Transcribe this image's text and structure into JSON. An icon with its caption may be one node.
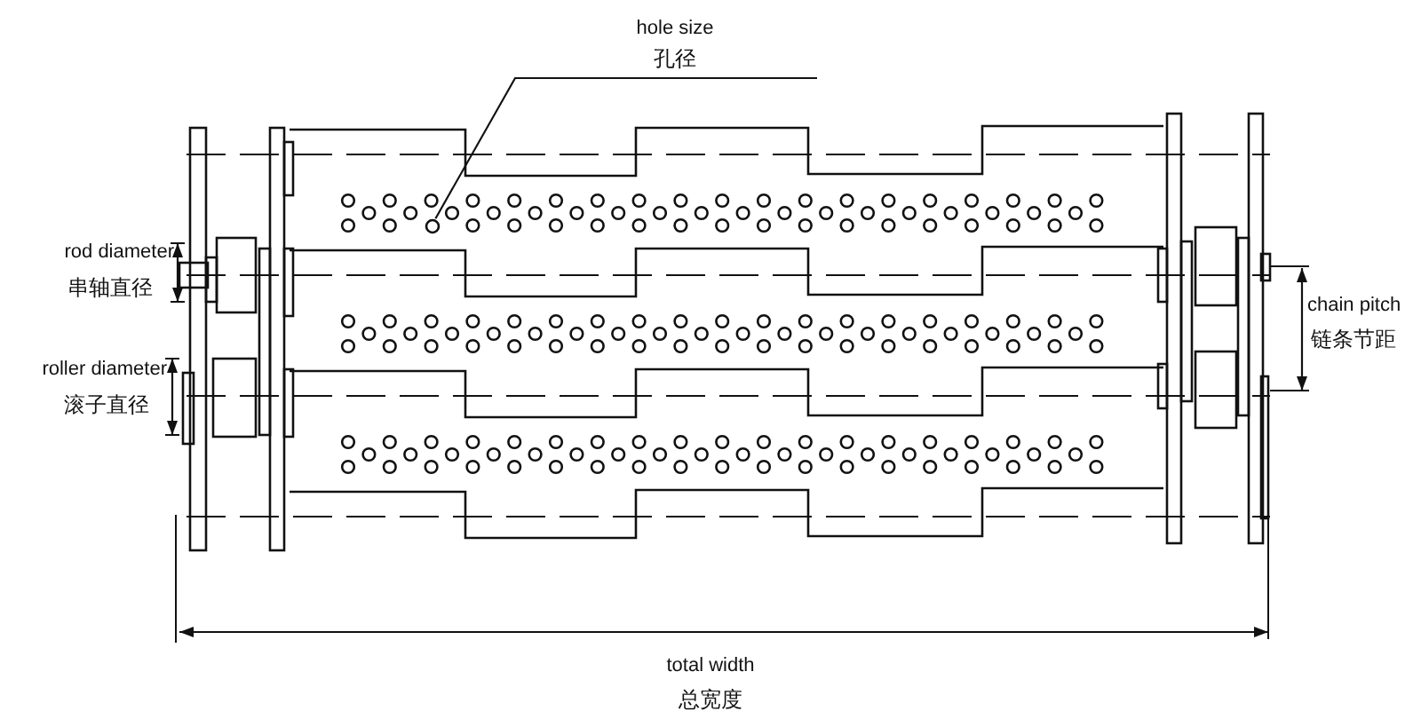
{
  "diagram": {
    "nodes": [
      {
        "text": [
          "hole size",
          "孔径"
        ]
      },
      {
        "text": [],
        "shape": "circle"
      }
    ],
    "edges": [
      {
        "from": 0,
        "to": 1,
        "arrow": "none"
      }
    ],
    "labels": [
      "rod diameter",
      "串轴直径",
      "roller diameter",
      "滚子直径",
      "chain pitch",
      "链条节距",
      "total width",
      "总宽度"
    ]
  }
}
